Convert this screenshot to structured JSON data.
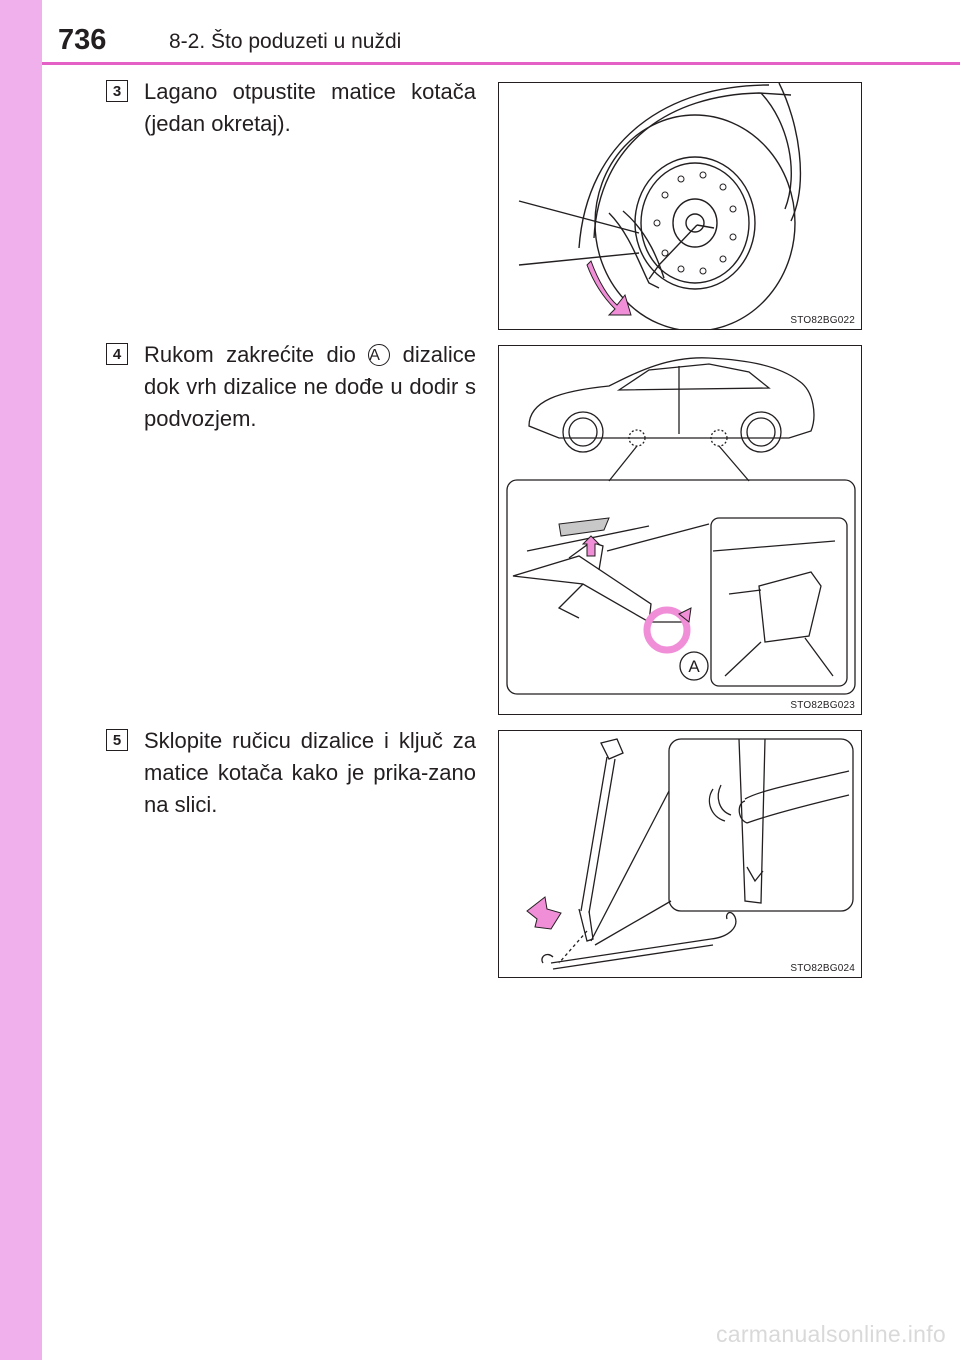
{
  "header": {
    "page_number": "736",
    "section": "8-2. Što poduzeti u nuždi"
  },
  "steps": [
    {
      "number": "3",
      "text": "Lagano otpustite matice kotača (jedan okretaj).",
      "figure_code": "STO82BG022"
    },
    {
      "number": "4",
      "text_before": "Rukom zakrećite dio ",
      "marker": "A",
      "text_after": " dizalice dok vrh dizalice ne dođe u dodir s podvozjem.",
      "figure_code": "STO82BG023",
      "figure_label": "A"
    },
    {
      "number": "5",
      "text": "Sklopite ručicu dizalice i ključ za matice kotača kako je prika-zano na slici.",
      "figure_code": "STO82BG024"
    }
  ],
  "footer": {
    "watermark": "carmanualsonline.info"
  },
  "colors": {
    "side_band": "#efb0ec",
    "header_rule": "#e45fc6",
    "arrow_pink": "#f08fd8"
  }
}
